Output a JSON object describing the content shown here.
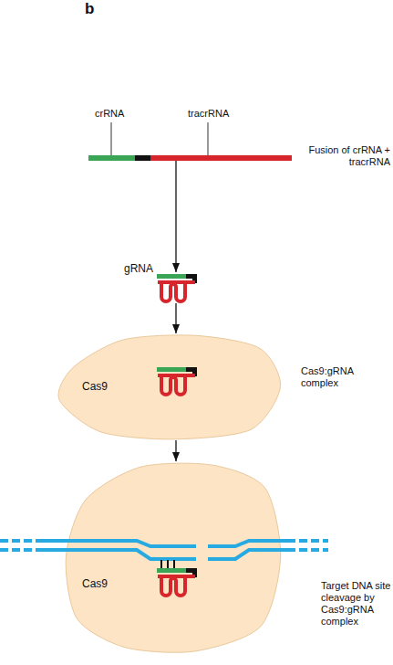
{
  "diagram": {
    "nodes": [
      {
        "text": [
          "Fusion of crRNA + tracrRNA"
        ]
      },
      {
        "text": [
          "gRNA"
        ]
      },
      {
        "text": [
          "Cas9",
          "Cas9:gRNA complex"
        ]
      },
      {
        "text": [
          "Cas9",
          "Target DNA site cleavage by Cas9:gRNA complex"
        ]
      }
    ],
    "edges": [
      {
        "from": 0,
        "to": 1,
        "arrow": "to"
      },
      {
        "from": 1,
        "to": 2,
        "arrow": "to"
      },
      {
        "from": 2,
        "to": 3,
        "arrow": "to"
      }
    ],
    "labels": [
      "b",
      "crRNA",
      "tracrRNA"
    ]
  }
}
